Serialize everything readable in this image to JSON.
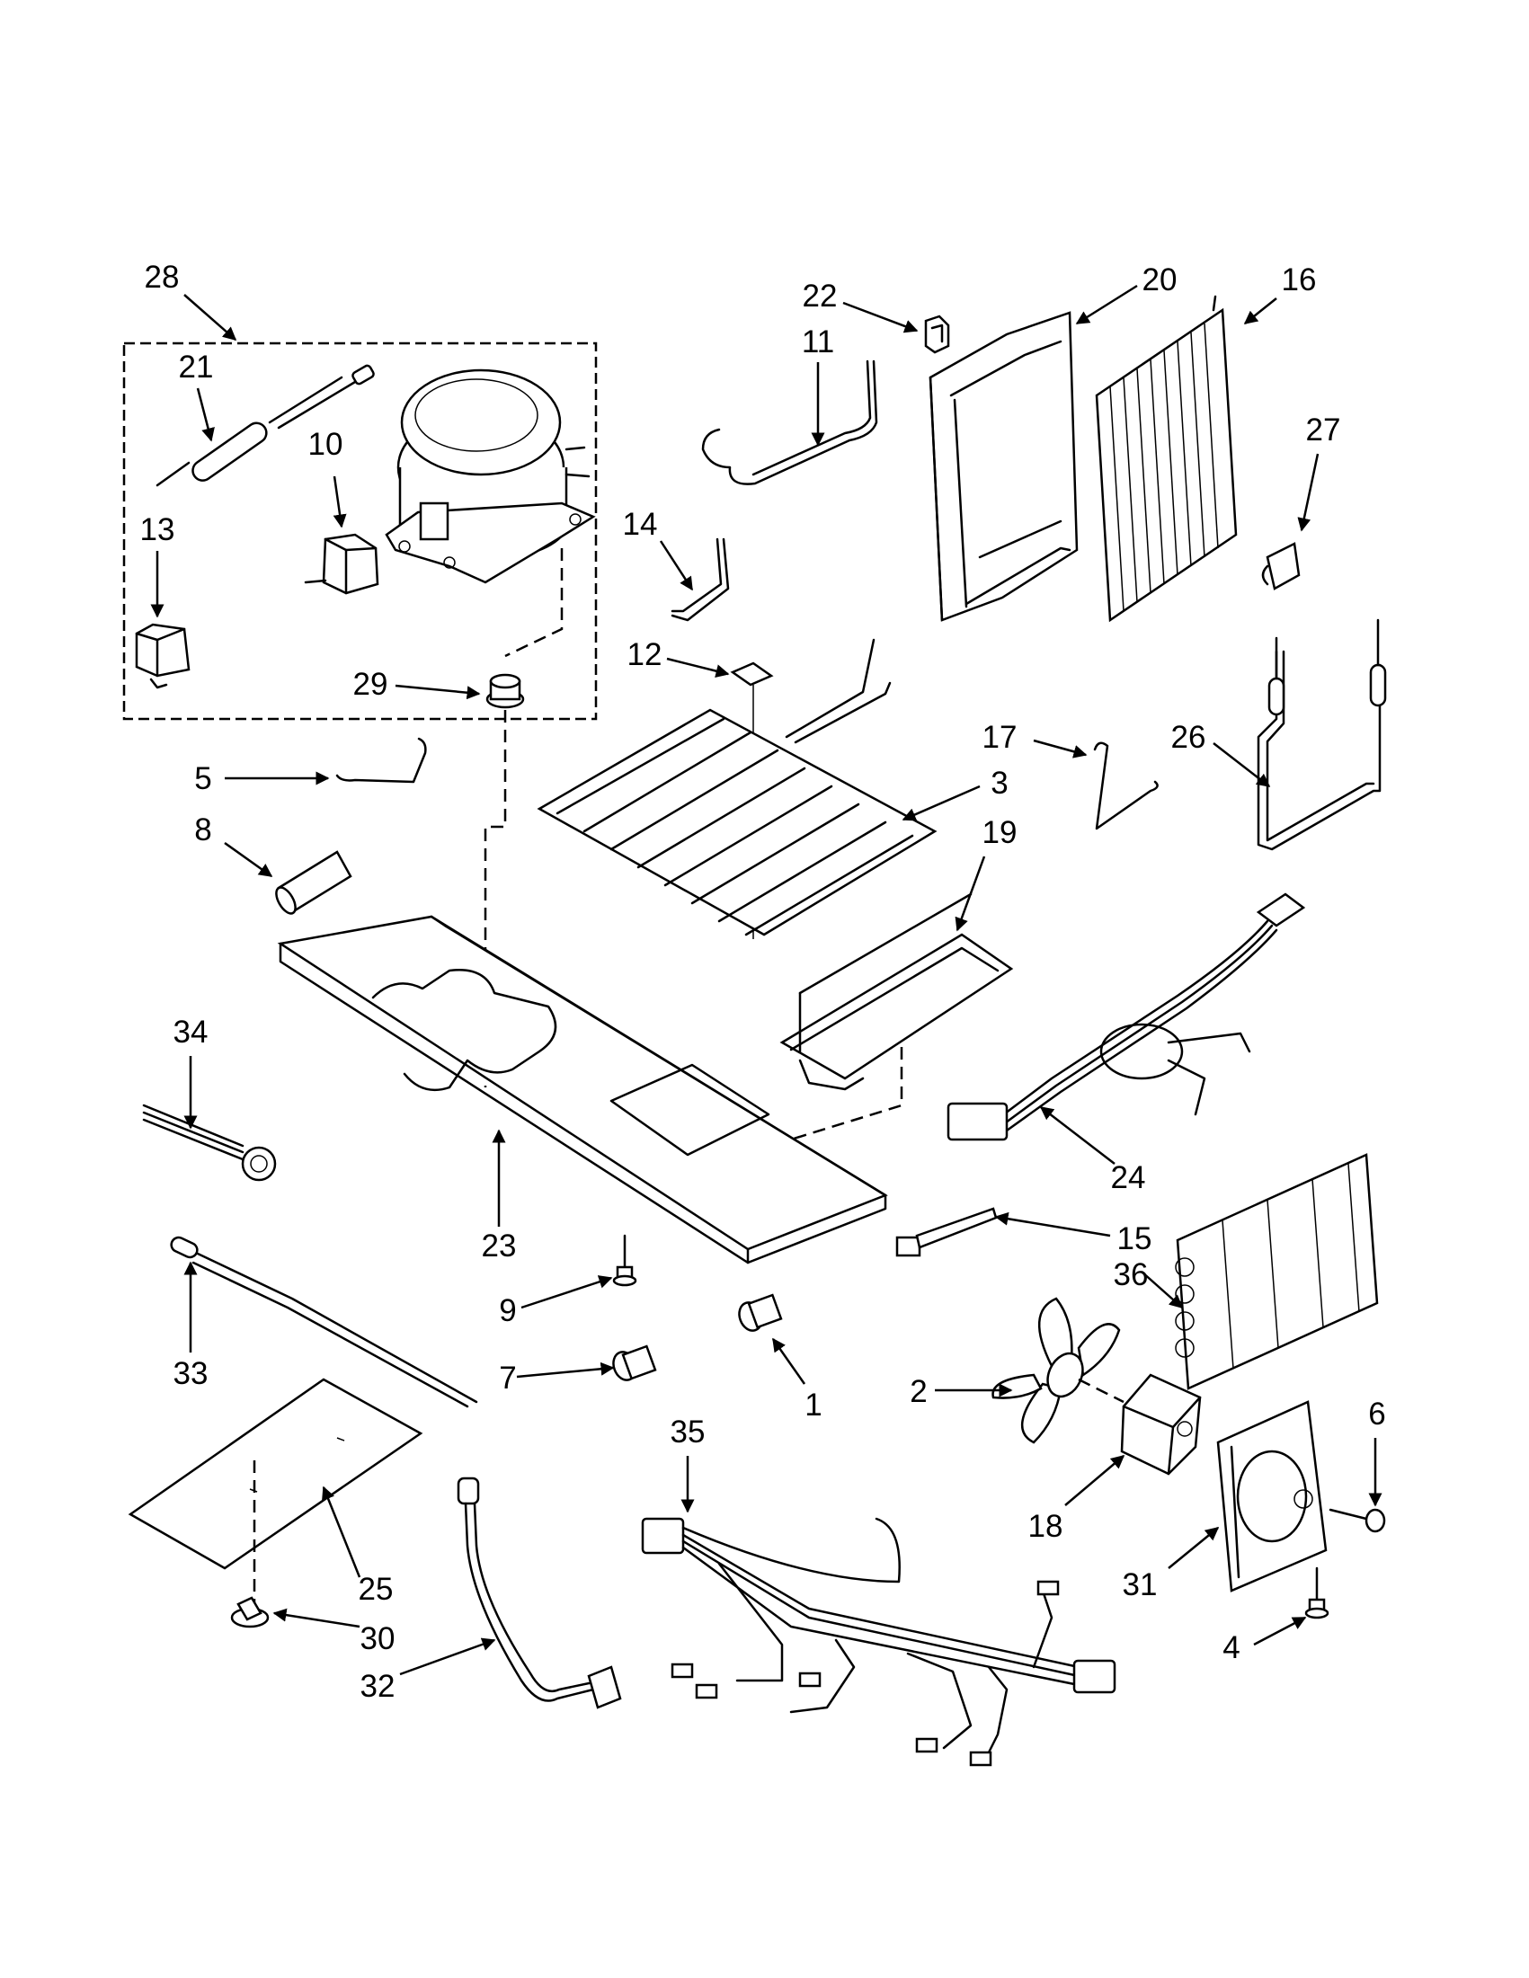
{
  "diagram": {
    "title": "",
    "callouts": [
      {
        "id": "28",
        "label": "28"
      },
      {
        "id": "21",
        "label": "21"
      },
      {
        "id": "10",
        "label": "10"
      },
      {
        "id": "13",
        "label": "13"
      },
      {
        "id": "29",
        "label": "29"
      },
      {
        "id": "22",
        "label": "22"
      },
      {
        "id": "11",
        "label": "11"
      },
      {
        "id": "20",
        "label": "20"
      },
      {
        "id": "16",
        "label": "16"
      },
      {
        "id": "27",
        "label": "27"
      },
      {
        "id": "14",
        "label": "14"
      },
      {
        "id": "12",
        "label": "12"
      },
      {
        "id": "17",
        "label": "17"
      },
      {
        "id": "26",
        "label": "26"
      },
      {
        "id": "5",
        "label": "5"
      },
      {
        "id": "3",
        "label": "3"
      },
      {
        "id": "19",
        "label": "19"
      },
      {
        "id": "8",
        "label": "8"
      },
      {
        "id": "34",
        "label": "34"
      },
      {
        "id": "24",
        "label": "24"
      },
      {
        "id": "23",
        "label": "23"
      },
      {
        "id": "15",
        "label": "15"
      },
      {
        "id": "36",
        "label": "36"
      },
      {
        "id": "9",
        "label": "9"
      },
      {
        "id": "33",
        "label": "33"
      },
      {
        "id": "7",
        "label": "7"
      },
      {
        "id": "1",
        "label": "1"
      },
      {
        "id": "2",
        "label": "2"
      },
      {
        "id": "6",
        "label": "6"
      },
      {
        "id": "35",
        "label": "35"
      },
      {
        "id": "18",
        "label": "18"
      },
      {
        "id": "31",
        "label": "31"
      },
      {
        "id": "25",
        "label": "25"
      },
      {
        "id": "30",
        "label": "30"
      },
      {
        "id": "4",
        "label": "4"
      },
      {
        "id": "32",
        "label": "32"
      }
    ]
  }
}
